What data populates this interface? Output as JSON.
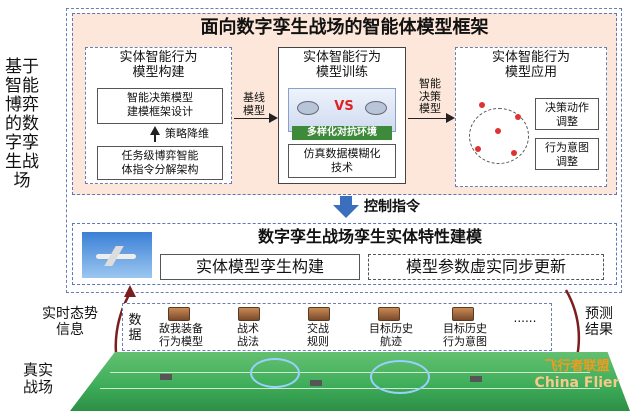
{
  "left_title_chars": [
    "基于",
    "智能",
    "博弈",
    "的数",
    "字孪",
    "生战",
    "场"
  ],
  "top": {
    "title": "面向数字孪生战场的智能体模型框架",
    "box_a": {
      "title_line1": "实体智能行为",
      "title_line2": "模型构建",
      "item1_line1": "智能决策模型",
      "item1_line2": "建模框架设计",
      "strategy_label": "策略降维",
      "item2_line1": "任务级博弈智能",
      "item2_line2": "体指令分解架构"
    },
    "arrow_ab_line1": "基线",
    "arrow_ab_line2": "模型",
    "box_b": {
      "title_line1": "实体智能行为",
      "title_line2": "模型训练",
      "vs": "VS",
      "env_label": "多样化对抗环境",
      "bottom_line1": "仿真数据模糊化",
      "bottom_line2": "技术"
    },
    "arrow_bc_line1": "智能",
    "arrow_bc_line2": "决策",
    "arrow_bc_line3": "模型",
    "box_c": {
      "title_line1": "实体智能行为",
      "title_line2": "模型应用",
      "item1_line1": "决策动作",
      "item1_line2": "调整",
      "item2_line1": "行为意图",
      "item2_line2": "调整"
    }
  },
  "control_label": "控制指令",
  "middle": {
    "title": "数字孪生战场孪生实体特性建模",
    "left_box": "实体模型孪生构建",
    "right_box": "模型参数虚实同步更新"
  },
  "left_side_label_line1": "实时态势",
  "left_side_label_line2": "信息",
  "right_side_label_line1": "预测",
  "right_side_label_line2": "结果",
  "bottom_left_line1": "真实",
  "bottom_left_line2": "战场",
  "data_panel": {
    "label_line1": "数",
    "label_line2": "据",
    "items": [
      {
        "line1": "敌我装备",
        "line2": "行为模型"
      },
      {
        "line1": "战术",
        "line2": "战法"
      },
      {
        "line1": "交战",
        "line2": "规则"
      },
      {
        "line1": "目标历史",
        "line2": "航迹"
      },
      {
        "line1": "目标历史",
        "line2": "行为意图"
      }
    ],
    "ellipsis": "......"
  },
  "watermark_line1": "飞行者联盟",
  "watermark_line2": "China Flier",
  "colors": {
    "top_panel_bg": "#fce7da",
    "dash_blue": "#5b78b8",
    "arrow_blue": "#3c6ebe",
    "battlefield_green": "#3fae5a",
    "watermark_orange": "#f39a1e"
  }
}
